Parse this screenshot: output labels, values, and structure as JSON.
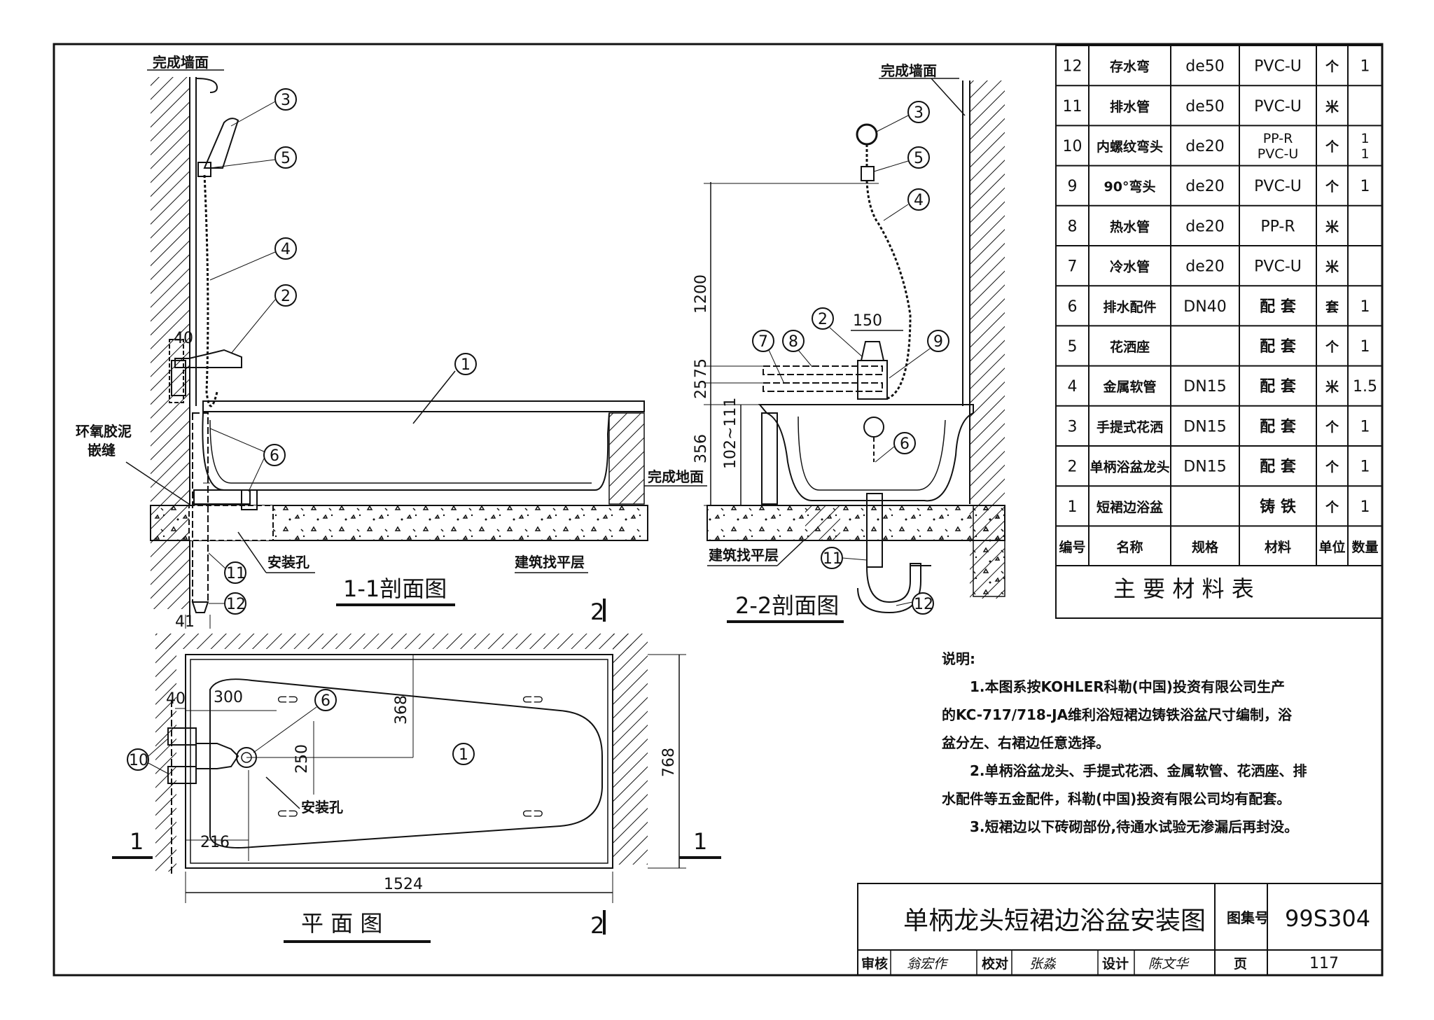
{
  "sheet": {
    "title": "单柄龙头短裙边浴盆安装图",
    "atlas_label": "图集号",
    "atlas_no": "99S304",
    "page_label": "页",
    "page_no": "117",
    "review_label": "审核",
    "review_sign": "翁宏作",
    "check_label": "校对",
    "check_sign": "张淼",
    "design_label": "设计",
    "design_sign": "陈文华"
  },
  "section11": {
    "caption": "1-1剖面图",
    "wall_label": "完成墙面",
    "epoxy_label": "环氧胶泥",
    "epoxy_label2": "嵌缝",
    "hole_label": "安装孔",
    "leveling_label": "建筑找平层",
    "floor_label": "完成地面",
    "dim_40": "40",
    "dim_41": "41"
  },
  "section22": {
    "caption": "2-2剖面图",
    "wall_label": "完成墙面",
    "leveling_label": "建筑找平层",
    "dim_1200": "1200",
    "dim_75": "75",
    "dim_25": "25",
    "dim_356": "356",
    "dim_102": "102~111",
    "dim_150": "150"
  },
  "plan": {
    "caption": "平 面 图",
    "hole_label": "安装孔",
    "dim_40": "40",
    "dim_300": "300",
    "dim_368": "368",
    "dim_250": "250",
    "dim_216": "216",
    "dim_768": "768",
    "dim_1524": "1524",
    "cut_1": "1",
    "cut_2": "2"
  },
  "callouts": [
    "1",
    "2",
    "3",
    "4",
    "5",
    "6",
    "7",
    "8",
    "9",
    "10",
    "11",
    "12"
  ],
  "materials": {
    "caption": "主 要 材 料 表",
    "headers": [
      "编号",
      "名称",
      "规格",
      "材料",
      "单位",
      "数量"
    ],
    "rows": [
      {
        "no": "12",
        "name": "存水弯",
        "spec": "de50",
        "mat": "PVC-U",
        "unit": "个",
        "qty": "1"
      },
      {
        "no": "11",
        "name": "排水管",
        "spec": "de50",
        "mat": "PVC-U",
        "unit": "米",
        "qty": ""
      },
      {
        "no": "10",
        "name": "内螺纹弯头",
        "spec": "de20",
        "mat": "PP-R",
        "mat2": "PVC-U",
        "unit": "个",
        "qty": "1",
        "qty2": "1"
      },
      {
        "no": "9",
        "name": "90°弯头",
        "spec": "de20",
        "mat": "PVC-U",
        "unit": "个",
        "qty": "1"
      },
      {
        "no": "8",
        "name": "热水管",
        "spec": "de20",
        "mat": "PP-R",
        "unit": "米",
        "qty": ""
      },
      {
        "no": "7",
        "name": "冷水管",
        "spec": "de20",
        "mat": "PVC-U",
        "unit": "米",
        "qty": ""
      },
      {
        "no": "6",
        "name": "排水配件",
        "spec": "DN40",
        "mat": "配 套",
        "unit": "套",
        "qty": "1"
      },
      {
        "no": "5",
        "name": "花洒座",
        "spec": "",
        "mat": "配 套",
        "unit": "个",
        "qty": "1"
      },
      {
        "no": "4",
        "name": "金属软管",
        "spec": "DN15",
        "mat": "配 套",
        "unit": "米",
        "qty": "1.5"
      },
      {
        "no": "3",
        "name": "手提式花洒",
        "spec": "DN15",
        "mat": "配 套",
        "unit": "个",
        "qty": "1"
      },
      {
        "no": "2",
        "name": "单柄浴盆龙头",
        "spec": "DN15",
        "mat": "配 套",
        "unit": "个",
        "qty": "1"
      },
      {
        "no": "1",
        "name": "短裙边浴盆",
        "spec": "",
        "mat": "铸 铁",
        "unit": "个",
        "qty": "1"
      }
    ]
  },
  "notes": {
    "heading": "说明:",
    "line1": "1.本图系按KOHLER科勒(中国)投资有限公司生产",
    "line2": "的KC-717/718-JA维利浴短裙边铸铁浴盆尺寸编制，浴",
    "line3": "盆分左、右裙边任意选择。",
    "line4": "2.单柄浴盆龙头、手提式花洒、金属软管、花洒座、排",
    "line5": "水配件等五金配件，科勒(中国)投资有限公司均有配套。",
    "line6": "3.短裙边以下砖砌部份,待通水试验无渗漏后再封没。"
  }
}
